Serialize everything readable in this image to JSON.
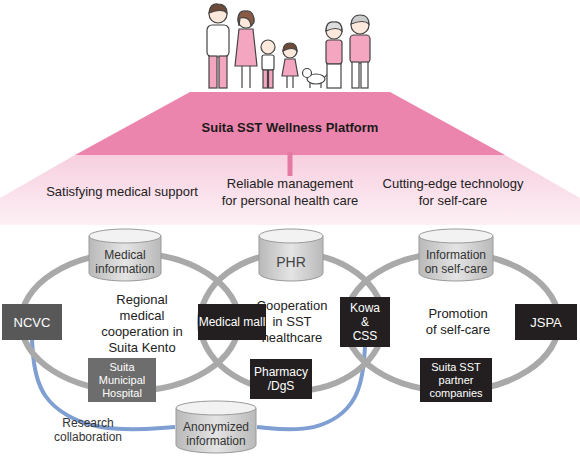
{
  "diagram": {
    "nodes": [
      {
        "text": [
          "Suita SST Wellness Platform"
        ]
      },
      {
        "text": [
          "Satisfying medical support",
          "Reliable management for personal health care",
          "Cutting-edge technology for self-care"
        ]
      },
      {
        "text": [
          "Medical information"
        ]
      },
      {
        "text": [
          "PHR"
        ]
      },
      {
        "text": [
          "Information on self-care"
        ]
      },
      {
        "text": [
          "NCVC"
        ]
      },
      {
        "text": [
          "Regional medical cooperation in Suita Kento"
        ]
      },
      {
        "text": [
          "Medical mall"
        ]
      },
      {
        "text": [
          "Cooperation in SST healthcare"
        ]
      },
      {
        "text": [
          "Kowa & CSS"
        ]
      },
      {
        "text": [
          "Promotion of self-care"
        ]
      },
      {
        "text": [
          "JSPA"
        ]
      },
      {
        "text": [
          "Suita Municipal Hospital"
        ]
      },
      {
        "text": [
          "Pharmacy /DgS"
        ]
      },
      {
        "text": [
          "Suita SST partner companies"
        ]
      },
      {
        "text": [
          "Anonymized information"
        ]
      }
    ],
    "edges": [
      {
        "from": 5,
        "to": 15,
        "arrow": "none",
        "label": "Research collaboration"
      },
      {
        "from": 9,
        "to": 15,
        "arrow": "none"
      }
    ]
  }
}
